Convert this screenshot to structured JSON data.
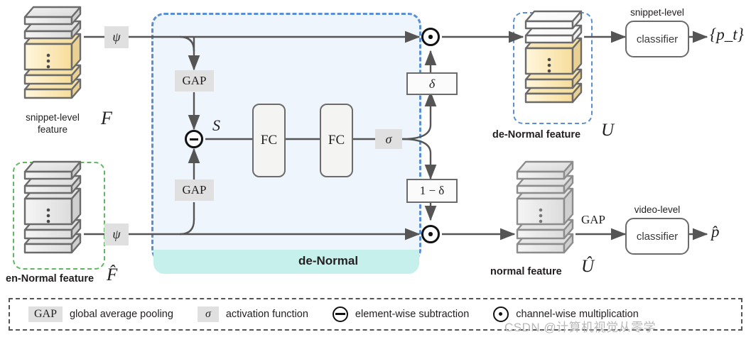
{
  "figure": {
    "title": "de-Normal network architecture diagram",
    "watermark": "CSDN.@计算机视觉从零学"
  },
  "colors": {
    "panel_fill": "#eef5fc",
    "panel_border": "#5b8fd4",
    "band_fill": "#c6f0ec",
    "green_dash": "#61b761",
    "slab_yellow": "#fbe6a8",
    "slab_gray": "#e3e3e3",
    "slab_white": "#ffffff",
    "stroke": "#6b6b6b",
    "wire": "#555555"
  },
  "inputs": {
    "snippet_feature": {
      "caption_line1": "snippet-level",
      "caption_line2": "feature",
      "symbol": "F",
      "psi_label": "ψ"
    },
    "en_normal_feature": {
      "caption": "en-Normal feature",
      "symbol": "F̂",
      "psi_label": "ψ"
    }
  },
  "denormal_block": {
    "title": "de-Normal",
    "gap_top_label": "GAP",
    "gap_bottom_label": "GAP",
    "subtract_symbol": "−",
    "s_label": "S",
    "fc1_label": "FC",
    "fc2_label": "FC",
    "sigma_label": "σ",
    "delta_label": "δ",
    "one_minus_delta_label": "1 − δ",
    "mult_top_symbol": "·",
    "mult_bottom_symbol": "·"
  },
  "outputs": {
    "de_normal_feature": {
      "caption": "de-Normal feature",
      "symbol": "U",
      "classifier_caption": "snippet-level",
      "classifier_label": "classifier",
      "result": "{p_t}"
    },
    "normal_feature": {
      "caption": "normal feature",
      "symbol": "Û",
      "gap_label": "GAP",
      "classifier_caption": "video-level",
      "classifier_label": "classifier",
      "result": "p̂"
    }
  },
  "legend": {
    "items": [
      {
        "badge": "GAP",
        "badge_type": "box",
        "text": "global average pooling"
      },
      {
        "badge": "σ",
        "badge_type": "box",
        "text": "activation function"
      },
      {
        "badge": "⊖",
        "badge_type": "circle-minus",
        "text": "element-wise subtraction"
      },
      {
        "badge": "⊙",
        "badge_type": "circle-dot",
        "text": "channel-wise multiplication"
      }
    ]
  }
}
